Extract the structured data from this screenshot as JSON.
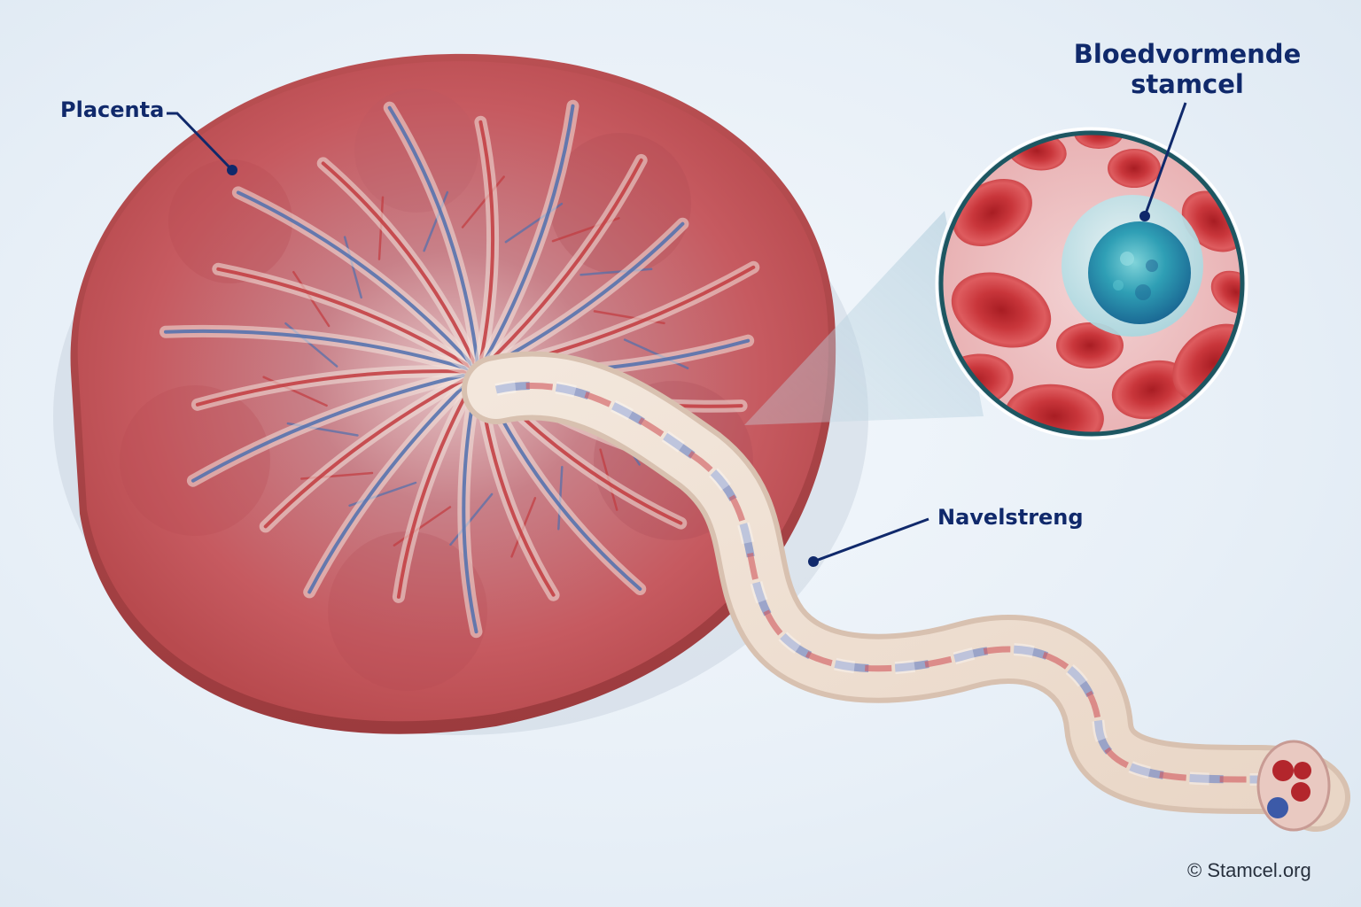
{
  "labels": {
    "placenta": "Placenta",
    "umbilical_cord": "Navelstreng",
    "stem_cell_line1": "Bloedvormende",
    "stem_cell_line2": "stamcel"
  },
  "copyright": "© Stamcel.org",
  "colors": {
    "label_text": "#10296b",
    "leader_line": "#10296b",
    "zoom_ring": "#1d5661",
    "placenta_tissue": "#c8575c",
    "vein": "#4f6fae",
    "artery": "#c23a3e",
    "cord": "#efe3d5",
    "red_blood_cell": "#c8282e",
    "stem_cell": "#2aa0b4"
  },
  "icons": [
    "placenta-illustration",
    "umbilical-cord-illustration",
    "blood-cell-magnifier",
    "stem-cell-illustration"
  ]
}
